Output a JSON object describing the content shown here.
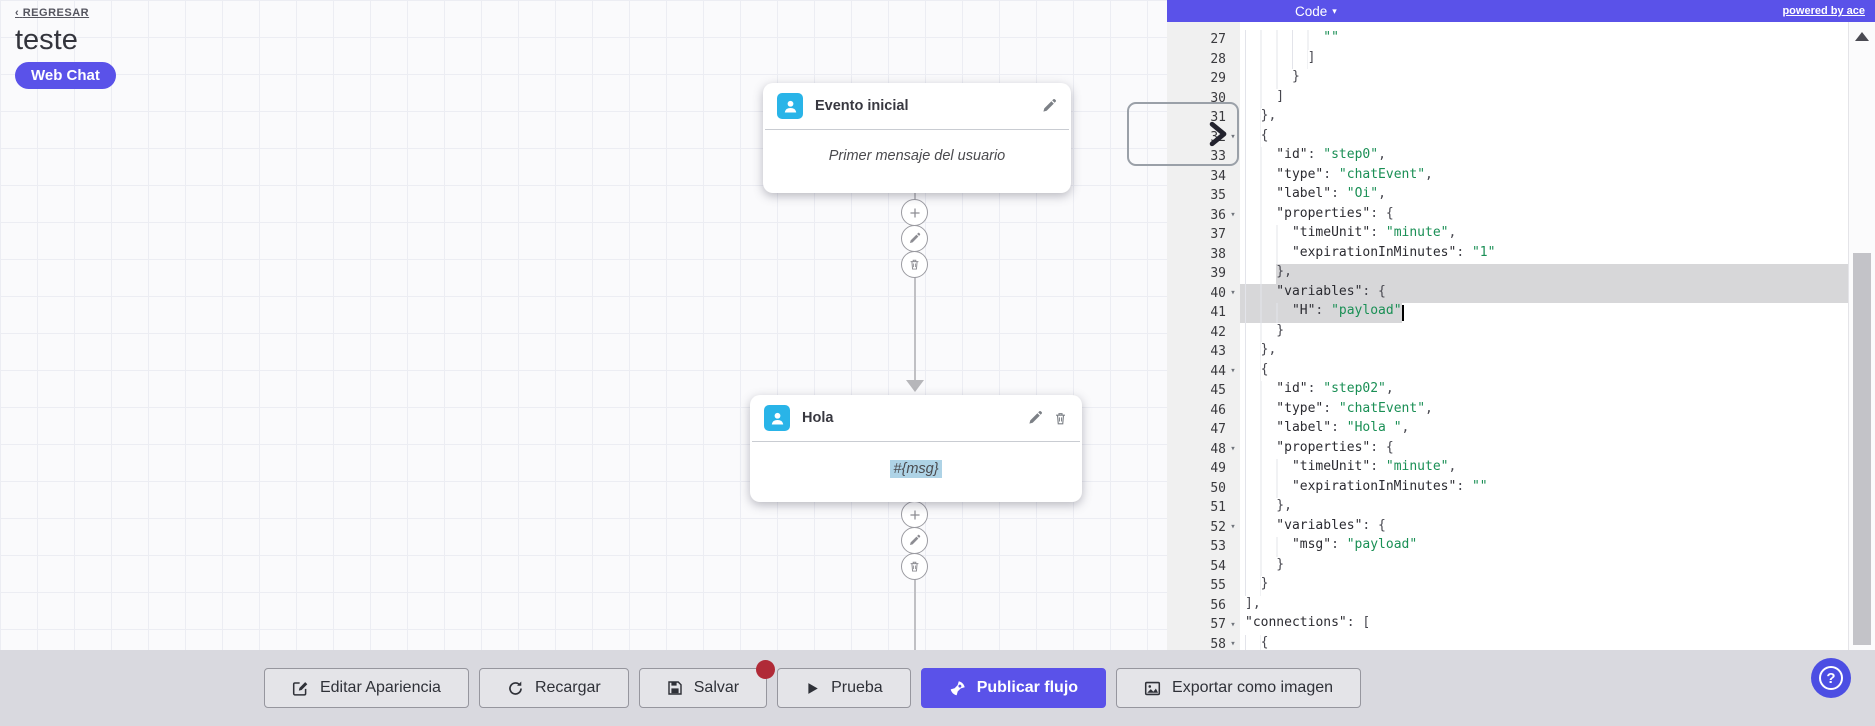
{
  "colors": {
    "accent": "#5a52e9",
    "node_icon_blue": "#29b4e8",
    "code_string_green": "#1a8f55",
    "unsaved_dot_red": "#b02a37",
    "msg_highlight_blue": "#aed3e6",
    "selection_gray": "#d7d7d9"
  },
  "page": {
    "back_arrow": "‹",
    "back_label": "REGRESAR",
    "title": "teste",
    "channel_badge": "Web Chat",
    "help_label": "?"
  },
  "canvas": {
    "nodes": [
      {
        "title": "Evento inicial",
        "body": "Primer mensaje del usuario"
      },
      {
        "title": "Hola",
        "body": "#{msg}"
      }
    ]
  },
  "editor": {
    "mode_label": "Code",
    "mode_caret": "▾",
    "powered_by": "powered by ace",
    "lines": [
      {
        "n": 27,
        "ind": 10,
        "parts": [
          [
            "str",
            "\"\""
          ]
        ]
      },
      {
        "n": 28,
        "ind": 8,
        "parts": [
          [
            "pun",
            "]"
          ]
        ]
      },
      {
        "n": 29,
        "ind": 6,
        "parts": [
          [
            "pun",
            "}"
          ]
        ]
      },
      {
        "n": 30,
        "ind": 4,
        "parts": [
          [
            "pun",
            "]"
          ]
        ]
      },
      {
        "n": 31,
        "ind": 2,
        "parts": [
          [
            "pun",
            "},"
          ]
        ]
      },
      {
        "n": 32,
        "ind": 2,
        "fold": true,
        "parts": [
          [
            "pun",
            "{"
          ]
        ]
      },
      {
        "n": 33,
        "ind": 4,
        "parts": [
          [
            "key",
            "\"id\""
          ],
          [
            "pun",
            ": "
          ],
          [
            "str",
            "\"step0\""
          ],
          [
            "pun",
            ","
          ]
        ]
      },
      {
        "n": 34,
        "ind": 4,
        "parts": [
          [
            "key",
            "\"type\""
          ],
          [
            "pun",
            ": "
          ],
          [
            "str",
            "\"chatEvent\""
          ],
          [
            "pun",
            ","
          ]
        ]
      },
      {
        "n": 35,
        "ind": 4,
        "parts": [
          [
            "key",
            "\"label\""
          ],
          [
            "pun",
            ": "
          ],
          [
            "str",
            "\"Oi\""
          ],
          [
            "pun",
            ","
          ]
        ]
      },
      {
        "n": 36,
        "ind": 4,
        "fold": true,
        "parts": [
          [
            "key",
            "\"properties\""
          ],
          [
            "pun",
            ": {"
          ]
        ]
      },
      {
        "n": 37,
        "ind": 6,
        "parts": [
          [
            "key",
            "\"timeUnit\""
          ],
          [
            "pun",
            ": "
          ],
          [
            "str",
            "\"minute\""
          ],
          [
            "pun",
            ","
          ]
        ]
      },
      {
        "n": 38,
        "ind": 6,
        "parts": [
          [
            "key",
            "\"expirationInMinutes\""
          ],
          [
            "pun",
            ": "
          ],
          [
            "str",
            "\"1\""
          ]
        ]
      },
      {
        "n": 39,
        "ind": 4,
        "hl": "text-to-edge",
        "parts": [
          [
            "pun",
            "},"
          ]
        ]
      },
      {
        "n": 40,
        "ind": 4,
        "fold": true,
        "hl": "full",
        "parts": [
          [
            "key",
            "\"variables\""
          ],
          [
            "pun",
            ": {"
          ]
        ]
      },
      {
        "n": 41,
        "ind": 6,
        "hl": "to-cursor",
        "cursor_col": 20,
        "parts": [
          [
            "key",
            "\"H\""
          ],
          [
            "pun",
            ": "
          ],
          [
            "str",
            "\"payload\""
          ]
        ]
      },
      {
        "n": 42,
        "ind": 4,
        "parts": [
          [
            "pun",
            "}"
          ]
        ]
      },
      {
        "n": 43,
        "ind": 2,
        "parts": [
          [
            "pun",
            "},"
          ]
        ]
      },
      {
        "n": 44,
        "ind": 2,
        "fold": true,
        "parts": [
          [
            "pun",
            "{"
          ]
        ]
      },
      {
        "n": 45,
        "ind": 4,
        "parts": [
          [
            "key",
            "\"id\""
          ],
          [
            "pun",
            ": "
          ],
          [
            "str",
            "\"step02\""
          ],
          [
            "pun",
            ","
          ]
        ]
      },
      {
        "n": 46,
        "ind": 4,
        "parts": [
          [
            "key",
            "\"type\""
          ],
          [
            "pun",
            ": "
          ],
          [
            "str",
            "\"chatEvent\""
          ],
          [
            "pun",
            ","
          ]
        ]
      },
      {
        "n": 47,
        "ind": 4,
        "parts": [
          [
            "key",
            "\"label\""
          ],
          [
            "pun",
            ": "
          ],
          [
            "str",
            "\"Hola \""
          ],
          [
            "pun",
            ","
          ]
        ]
      },
      {
        "n": 48,
        "ind": 4,
        "fold": true,
        "parts": [
          [
            "key",
            "\"properties\""
          ],
          [
            "pun",
            ": {"
          ]
        ]
      },
      {
        "n": 49,
        "ind": 6,
        "parts": [
          [
            "key",
            "\"timeUnit\""
          ],
          [
            "pun",
            ": "
          ],
          [
            "str",
            "\"minute\""
          ],
          [
            "pun",
            ","
          ]
        ]
      },
      {
        "n": 50,
        "ind": 6,
        "parts": [
          [
            "key",
            "\"expirationInMinutes\""
          ],
          [
            "pun",
            ": "
          ],
          [
            "str",
            "\"\""
          ]
        ]
      },
      {
        "n": 51,
        "ind": 4,
        "parts": [
          [
            "pun",
            "},"
          ]
        ]
      },
      {
        "n": 52,
        "ind": 4,
        "fold": true,
        "parts": [
          [
            "key",
            "\"variables\""
          ],
          [
            "pun",
            ": {"
          ]
        ]
      },
      {
        "n": 53,
        "ind": 6,
        "parts": [
          [
            "key",
            "\"msg\""
          ],
          [
            "pun",
            ": "
          ],
          [
            "str",
            "\"payload\""
          ]
        ]
      },
      {
        "n": 54,
        "ind": 4,
        "parts": [
          [
            "pun",
            "}"
          ]
        ]
      },
      {
        "n": 55,
        "ind": 2,
        "parts": [
          [
            "pun",
            "}"
          ]
        ]
      },
      {
        "n": 56,
        "ind": 0,
        "parts": [
          [
            "pun",
            "],"
          ]
        ]
      },
      {
        "n": 57,
        "ind": 0,
        "fold": true,
        "parts": [
          [
            "key",
            "\"connections\""
          ],
          [
            "pun",
            ": ["
          ]
        ]
      },
      {
        "n": 58,
        "ind": 2,
        "fold": true,
        "parts": [
          [
            "pun",
            "{"
          ]
        ]
      }
    ]
  },
  "toolbar": {
    "buttons": [
      {
        "name": "edit-appearance-button",
        "icon": "edit",
        "label": "Editar Apariencia"
      },
      {
        "name": "reload-button",
        "icon": "refresh",
        "label": "Recargar"
      },
      {
        "name": "save-button",
        "icon": "save",
        "label": "Salvar",
        "dot": true
      },
      {
        "name": "test-button",
        "icon": "play",
        "label": "Prueba"
      },
      {
        "name": "publish-flow-button",
        "icon": "rocket",
        "label": "Publicar flujo",
        "primary": true
      },
      {
        "name": "export-image-button",
        "icon": "image",
        "label": "Exportar como imagen"
      }
    ]
  }
}
